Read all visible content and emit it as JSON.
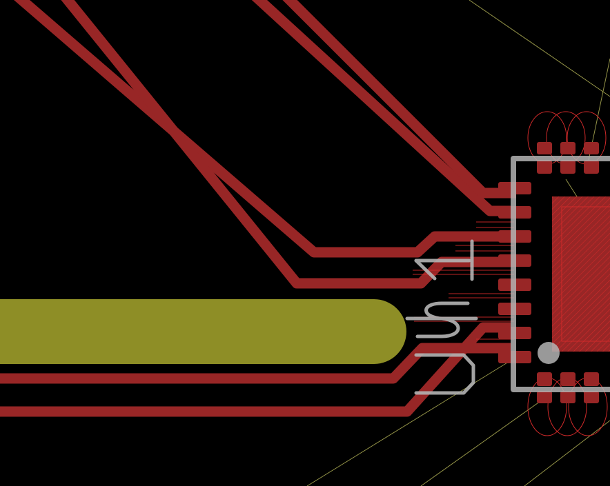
{
  "board": {
    "background_color": "#000000",
    "copper_color": "#982626",
    "copper_hatch_color": "#d12a2a",
    "silk_color": "#b4b4b4",
    "wire_color": "#8e8e26",
    "ratsnest_color": "#b9b95a"
  },
  "component": {
    "designator": "U$1",
    "package": "qfn-like",
    "pin1_marker": "dot"
  }
}
